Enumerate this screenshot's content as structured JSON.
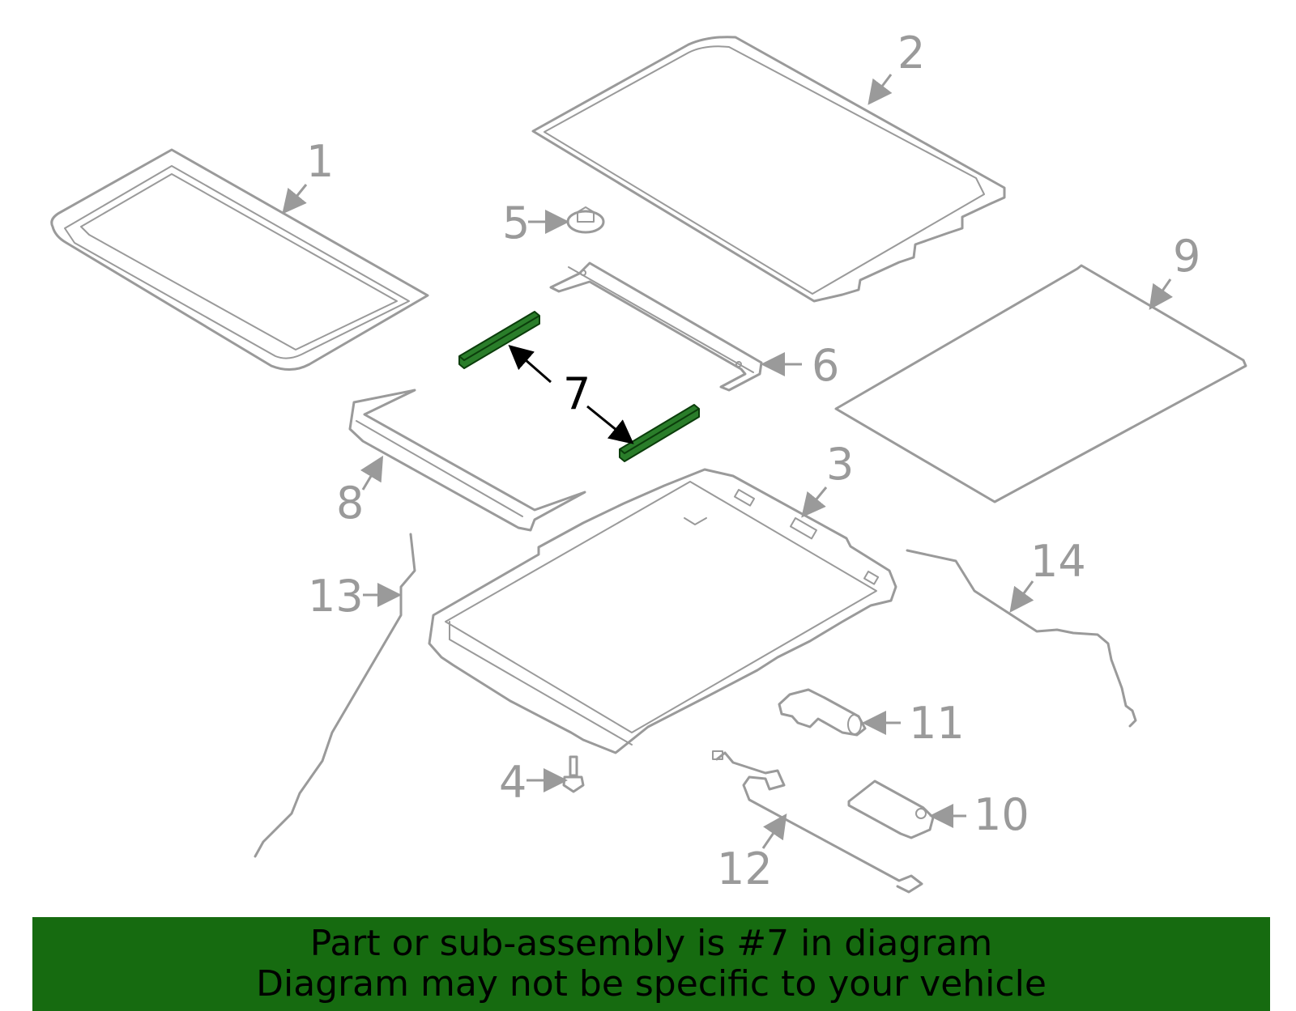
{
  "colors": {
    "part_stroke": "#9a9a9a",
    "highlight_fill": "#2a7d2a",
    "banner_background": "#166b10",
    "banner_text": "#000000"
  },
  "callouts": {
    "c1": "1",
    "c2": "2",
    "c3": "3",
    "c4": "4",
    "c5": "5",
    "c6": "6",
    "c7": "7",
    "c8": "8",
    "c9": "9",
    "c10": "10",
    "c11": "11",
    "c12": "12",
    "c13": "13",
    "c14": "14"
  },
  "highlighted_part": "7",
  "banner": {
    "line1": "Part or sub-assembly is #7 in diagram",
    "line2": "Diagram may not be specific to your vehicle"
  }
}
